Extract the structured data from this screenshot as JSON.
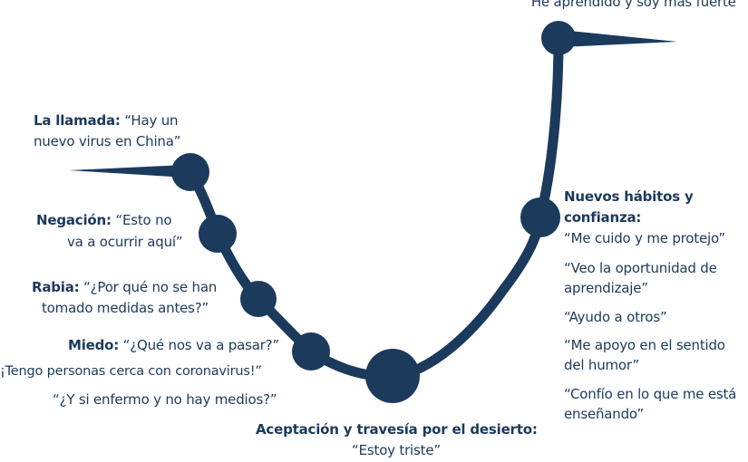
{
  "top_quote": "“He aprendido y soy más fuerte”",
  "llamada": {
    "title": "La llamada:",
    "line1": "“Hay un",
    "line2": "nuevo virus en China”"
  },
  "negacion": {
    "title": "Negación:",
    "line1": "“Esto no",
    "line2": "va a ocurrir aquí”"
  },
  "rabia": {
    "title": "Rabia:",
    "line1": "“¿Por qué no se han",
    "line2": "tomado medidas antes?”"
  },
  "miedo": {
    "title": "Miedo:",
    "line1": "“¿Qué nos va a pasar?”",
    "line2": "¡Tengo personas cerca con coronavirus!”",
    "line3": "“¿Y si enfermo y no hay medios?”"
  },
  "aceptacion": {
    "title": "Aceptación y travesía por el desierto:",
    "quote": "“Estoy triste”"
  },
  "nuevos": {
    "title_line1": "Nuevos hábitos y",
    "title_line2": "confianza:",
    "q1": "“Me cuido y me protejo”",
    "q2_line1": "“Veo la oportunidad de",
    "q2_line2": "aprendizaje”",
    "q3": "“Ayudo a otros”",
    "q4_line1": "“Me apoyo en el sentido",
    "q4_line2": "del humor”",
    "q5_line1": "“Confío en lo que me está",
    "q5_line2": "enseñando”"
  },
  "colors": {
    "navy": "#1b3a5c",
    "background": "#ffffff"
  }
}
